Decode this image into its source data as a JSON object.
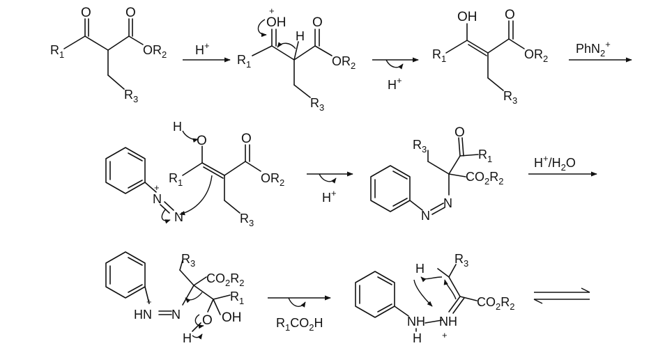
{
  "labels": {
    "O": "O",
    "OH": "OH",
    "O_plus_H": "OH",
    "H": "H",
    "R1": "R",
    "R2": "R",
    "R3": "R",
    "OR2": "OR",
    "N": "N",
    "HN": "HN",
    "NH": "NH",
    "CO2R2": "CO",
    "plus": "+",
    "sub1": "1",
    "sub2": "2",
    "sub3": "3"
  },
  "reagents": {
    "step1": "H",
    "step1_sup": "+",
    "step2_loss": "H",
    "step2_loss_sup": "+",
    "step3": "PhN",
    "step3_sub": "2",
    "step3_sup": "+",
    "step4_loss": "H",
    "step4_loss_sup": "+",
    "step5": "H",
    "step5_sup": "+",
    "step5_rest": "/H",
    "step5_sub": "2",
    "step5_end": "O",
    "step6_loss": "R",
    "step6_loss_sub": "1",
    "step6_loss_rest": "CO",
    "step6_loss_sub2": "2",
    "step6_loss_end": "H"
  },
  "icons": {
    "reaction_arrow": "right-arrow-icon",
    "curly_arrow": "curved-arrow-icon",
    "equilibrium": "equilibrium-arrows-icon"
  }
}
